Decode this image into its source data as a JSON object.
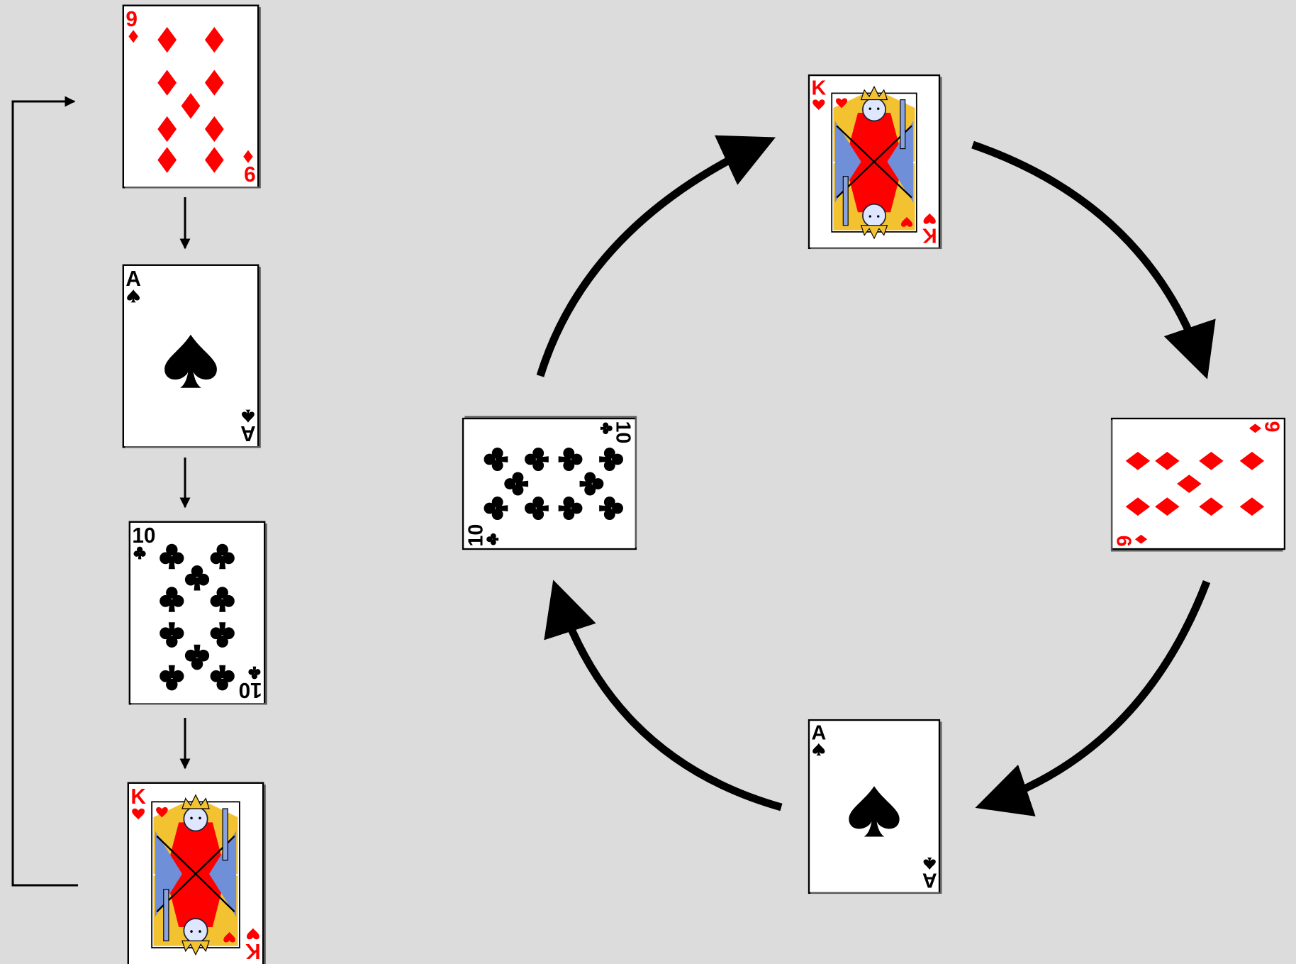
{
  "diagram": {
    "background": "#dcdcdc",
    "red": "#ff0000",
    "black": "#000000",
    "linear_sequence": [
      {
        "rank": "9",
        "suit": "diamonds",
        "name": "nine-of-diamonds"
      },
      {
        "rank": "A",
        "suit": "spades",
        "name": "ace-of-spades"
      },
      {
        "rank": "10",
        "suit": "clubs",
        "name": "ten-of-clubs"
      },
      {
        "rank": "K",
        "suit": "hearts",
        "name": "king-of-hearts"
      }
    ],
    "cycle": [
      {
        "rank": "K",
        "suit": "hearts",
        "name": "king-of-hearts",
        "position": "top"
      },
      {
        "rank": "9",
        "suit": "diamonds",
        "name": "nine-of-diamonds",
        "position": "right"
      },
      {
        "rank": "A",
        "suit": "spades",
        "name": "ace-of-spades",
        "position": "bottom"
      },
      {
        "rank": "10",
        "suit": "clubs",
        "name": "ten-of-clubs",
        "position": "left"
      }
    ],
    "loop_back": {
      "from": "king-of-hearts",
      "to": "nine-of-diamonds"
    },
    "cycle_direction": "clockwise"
  }
}
